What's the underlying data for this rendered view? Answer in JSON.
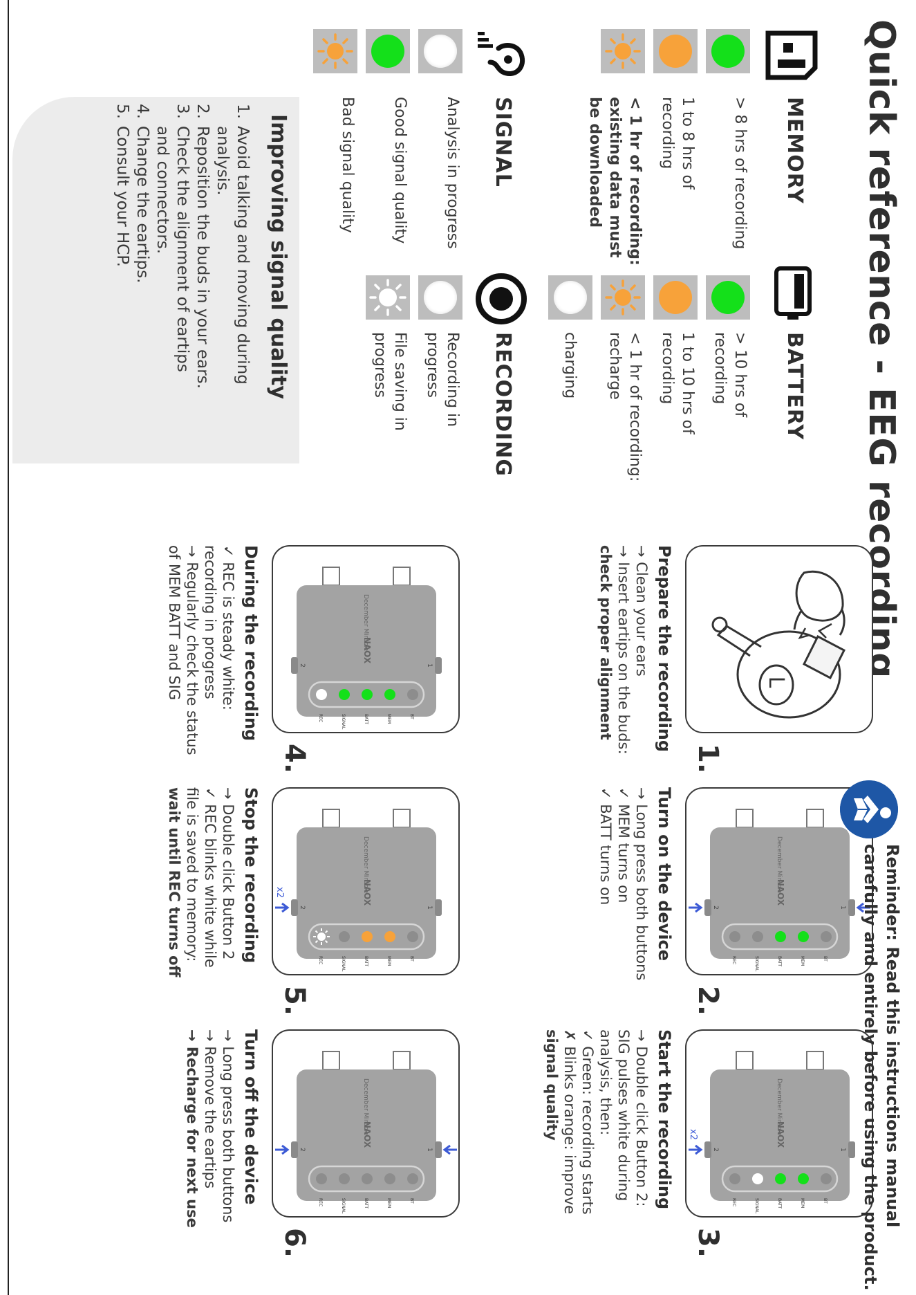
{
  "title": "Quick reference - EEG recording",
  "reminder": {
    "line1": "Reminder: Read this instructions manual",
    "line2": "carefully and entirely before using the product."
  },
  "sections": {
    "memory": {
      "title": "MEMORY",
      "rows": [
        {
          "state": "green",
          "text": "> 8 hrs of recording"
        },
        {
          "state": "orange",
          "text": "1 to 8 hrs of recording"
        },
        {
          "state": "blinking-orange",
          "text": "< 1 hr of recording: existing data must be downloaded",
          "bold": true
        }
      ]
    },
    "battery": {
      "title": "BATTERY",
      "rows": [
        {
          "state": "green",
          "text": "> 10 hrs of recording"
        },
        {
          "state": "orange",
          "text": "1 to 10 hrs of recording"
        },
        {
          "state": "blinking-orange",
          "text": "< 1 hr of recording: recharge"
        },
        {
          "state": "white",
          "text": "charging"
        }
      ]
    },
    "signal": {
      "title": "SIGNAL",
      "rows": [
        {
          "state": "white",
          "text": "Analysis in progress"
        },
        {
          "state": "green",
          "text": "Good signal quality"
        },
        {
          "state": "blinking-orange",
          "text": "Bad signal quality"
        }
      ]
    },
    "recording": {
      "title": "RECORDING",
      "rows": [
        {
          "state": "white",
          "text": "Recording in progress"
        },
        {
          "state": "blinking-white",
          "text": "File saving in progress"
        }
      ]
    }
  },
  "tips": {
    "title": "Improving signal quality",
    "items": [
      {
        "num": "1.",
        "lines": [
          "Avoid talking and moving during",
          "analysis."
        ]
      },
      {
        "num": "2.",
        "lines": [
          "Reposition the buds in your ears."
        ]
      },
      {
        "num": "3.",
        "lines": [
          "Check the alignment of eartips",
          "and connectors."
        ]
      },
      {
        "num": "4.",
        "lines": [
          "Change the eartips."
        ]
      },
      {
        "num": "5.",
        "lines": [
          "Consult your HCP."
        ]
      }
    ]
  },
  "device": {
    "brand": "NAOX",
    "model": "December Miracle",
    "button1": "1",
    "button2": "2",
    "led_labels": [
      "BT",
      "MEM",
      "BATT",
      "SIGNAL",
      "REC"
    ],
    "press_label": "x2"
  },
  "steps": [
    {
      "num": "1.",
      "title": "Prepare the recording",
      "eartip_label": "L",
      "lines": [
        "→ Clean your ears",
        "→ Insert eartips on the buds:",
        "    check proper alignment"
      ]
    },
    {
      "num": "2.",
      "title": "Turn on the device",
      "lines": [
        "→ Long press both buttons",
        "✓ MEM turns on",
        "✓ BATT turns on"
      ],
      "leds": [
        "gray",
        "green",
        "green",
        "gray",
        "gray"
      ]
    },
    {
      "num": "3.",
      "title": "Start the recording",
      "lines": [
        "→ Double click Button 2:",
        "    SIG pulses white during",
        "    analysis, then:",
        "✓ Green: recording starts",
        "✗ Blinks orange: improve",
        "    signal quality"
      ],
      "leds": [
        "gray",
        "green",
        "green",
        "white",
        "gray"
      ]
    },
    {
      "num": "4.",
      "title": "During the recording",
      "lines": [
        "✓ REC is steady white:",
        "    recording in progress",
        "→ Regularly check the status",
        "    of MEM BATT and SIG"
      ],
      "leds": [
        "gray",
        "green",
        "green",
        "green",
        "white"
      ]
    },
    {
      "num": "5.",
      "title": "Stop the recording",
      "lines": [
        "→ Double click Button 2",
        "✓ REC blinks white while",
        "    file is saved to memory:",
        "    wait until REC turns off"
      ],
      "leds": [
        "gray",
        "orange",
        "orange",
        "gray",
        "blinking-white"
      ]
    },
    {
      "num": "6.",
      "title": "Turn off the device",
      "lines": [
        "→ Long press both buttons",
        "→ Remove the eartips",
        "→ Recharge for next use"
      ],
      "leds": [
        "gray",
        "gray",
        "gray",
        "gray",
        "gray"
      ]
    }
  ],
  "colors": {
    "green": "#14e01a",
    "orange": "#f7a23a",
    "tile": "#bdbdbd",
    "arrow": "#3d5bd6",
    "brand_blue": "#1e57a6"
  }
}
